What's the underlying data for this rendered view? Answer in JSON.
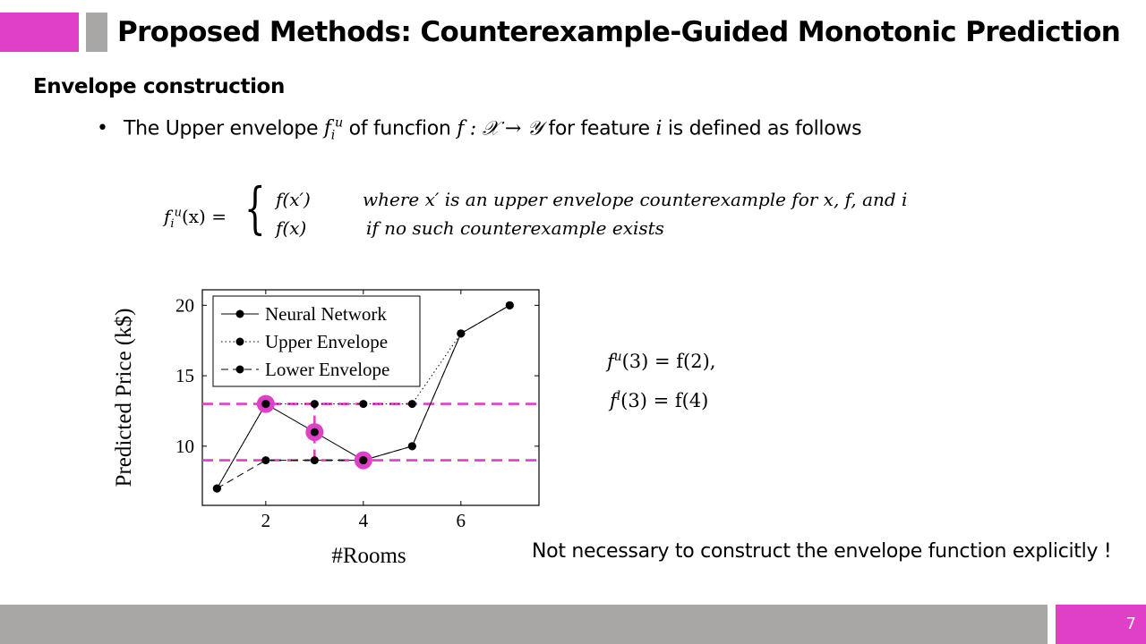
{
  "slide": {
    "title": "Proposed Methods: Counterexample-Guided Monotonic Prediction",
    "section_heading": "Envelope construction",
    "bullet": {
      "prefix": "The Upper envelope ",
      "f_symbol": "f",
      "f_sub": "i",
      "f_sup": "u",
      "mid": " of funcfion ",
      "mapping": "f : 𝒳 → 𝒴",
      "mid2": " for feature ",
      "feature_var": "i",
      "suffix": " is defined as follows"
    },
    "equation": {
      "lhs_f": "f",
      "lhs_sub": "i",
      "lhs_sup": "u",
      "lhs_rest": "(x) =",
      "case1_value": "f(x′)",
      "case1_condition": "where x′ is an upper envelope counterexample for x, f, and i",
      "case2_value": "f(x)",
      "case2_condition": "if no such counterexample exists"
    },
    "side_equations": {
      "upper_f": "f",
      "upper_sup": "u",
      "upper_rest": "(3) = f(2),",
      "lower_f": "f",
      "lower_sup": "l",
      "lower_rest": "(3) = f(4)"
    },
    "note": "Not necessary to construct the envelope function explicitly !",
    "page_number": "7"
  },
  "colors": {
    "accent": "#e03fc8",
    "grey": "#a9a6a6",
    "highlight": "#e03fc8"
  },
  "chart_data": {
    "type": "line",
    "xlabel": "#Rooms",
    "ylabel": "Predicted Price (k$)",
    "xlim": [
      0.7,
      7.6
    ],
    "ylim": [
      5.8,
      21.1
    ],
    "xticks": [
      2,
      4,
      6
    ],
    "yticks": [
      10,
      15,
      20
    ],
    "grid": false,
    "legend_position": "top-left",
    "series": [
      {
        "name": "Neural Network",
        "style": "solid",
        "x": [
          1,
          2,
          3,
          4,
          5,
          6,
          7
        ],
        "y": [
          7,
          13,
          11,
          9,
          10,
          18,
          20
        ]
      },
      {
        "name": "Upper Envelope",
        "style": "dotted",
        "x": [
          1,
          2,
          3,
          4,
          5,
          6,
          7
        ],
        "y": [
          7,
          13,
          13,
          13,
          13,
          18,
          20
        ]
      },
      {
        "name": "Lower Envelope",
        "style": "dashed",
        "x": [
          1,
          2,
          3,
          4,
          5,
          6,
          7
        ],
        "y": [
          7,
          9,
          9,
          9,
          10,
          18,
          20
        ]
      }
    ],
    "highlight_lines_y": [
      13,
      9
    ],
    "highlight_vertical": {
      "x": 3,
      "y_from": 9,
      "y_to": 13
    },
    "highlight_points": [
      {
        "x": 2,
        "y": 13
      },
      {
        "x": 3,
        "y": 11
      },
      {
        "x": 4,
        "y": 9
      }
    ]
  }
}
